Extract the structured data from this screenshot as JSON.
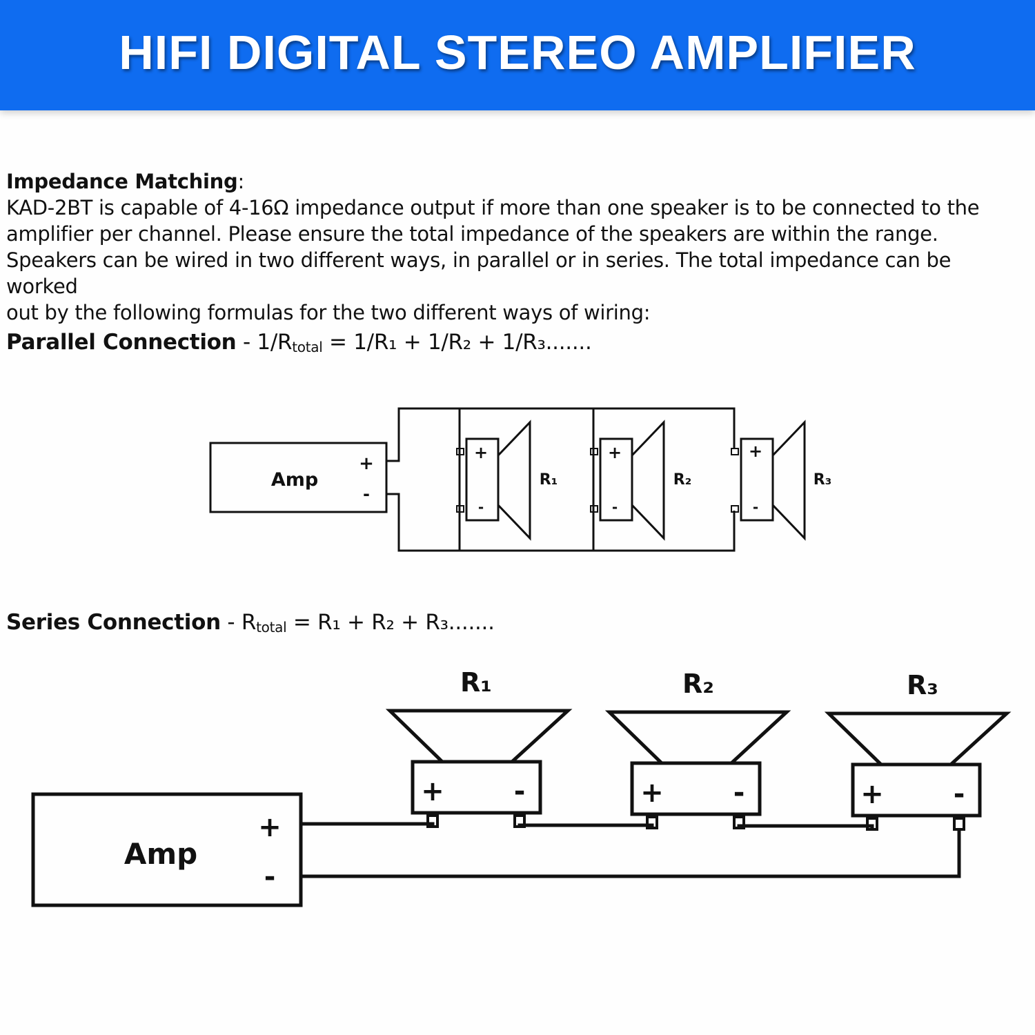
{
  "header": {
    "title": "HIFI DIGITAL STEREO AMPLIFIER"
  },
  "intro": {
    "heading": "Impedance Matching",
    "heading_suffix": ":",
    "lines": [
      "KAD-2BT is capable of 4-16Ω impedance output if more than one speaker is to be connected to the",
      "amplifier per channel. Please ensure the total impedance of the speakers are within the range.",
      "Speakers can be wired in two different ways, in parallel or in series. The total impedance can be worked",
      "out by the following formulas for the two different ways of wiring:"
    ]
  },
  "parallel": {
    "label": "Parallel Connection",
    "dash": " - ",
    "f_a": "1/R",
    "f_sub": "total",
    "f_b": " = 1/R₁ + 1/R₂ + 1/R₃.......",
    "diagram": {
      "amp": "Amp",
      "plus": "+",
      "minus": "-",
      "term_plus": "+",
      "term_minus": "-",
      "speakers": [
        "R₁",
        "R₂",
        "R₃"
      ]
    }
  },
  "series": {
    "label": "Series Connection",
    "dash": " - ",
    "f_a": "R",
    "f_sub": "total",
    "f_b": " = R₁ + R₂ + R₃.......",
    "diagram": {
      "amp": "Amp",
      "plus": "+",
      "minus": "-",
      "term_plus": "+",
      "term_minus": "-",
      "speakers": [
        "R₁",
        "R₂",
        "R₃"
      ]
    }
  },
  "colors": {
    "banner": "#0f6cf0",
    "line": "#111111"
  }
}
